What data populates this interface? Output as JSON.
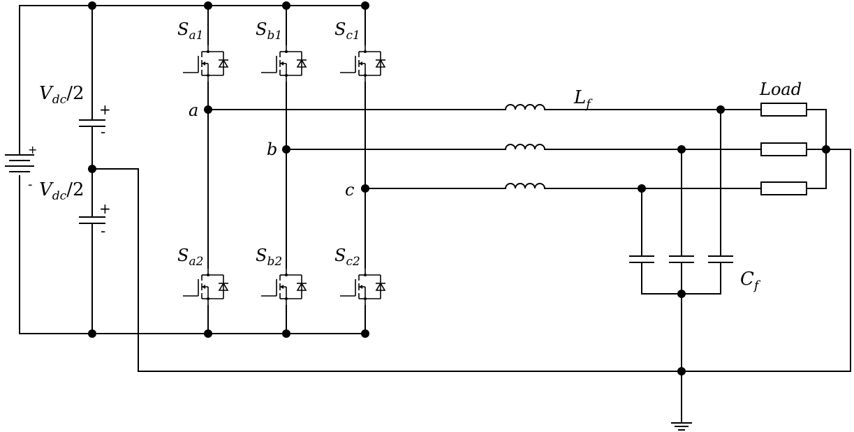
{
  "labels": {
    "vdc_top": "V",
    "vdc_top_sub": "dc",
    "vdc_top_rest": "/2",
    "vdc_bot": "V",
    "vdc_bot_sub": "dc",
    "vdc_bot_rest": "/2",
    "sa1": "S",
    "sa1_sub": "a1",
    "sb1": "S",
    "sb1_sub": "b1",
    "sc1": "S",
    "sc1_sub": "c1",
    "sa2": "S",
    "sa2_sub": "a2",
    "sb2": "S",
    "sb2_sub": "b2",
    "sc2": "S",
    "sc2_sub": "c2",
    "node_a": "a",
    "node_b": "b",
    "node_c": "c",
    "lf": "L",
    "lf_sub": "f",
    "cf": "C",
    "cf_sub": "f",
    "load": "Load",
    "plus": "+",
    "minus": "-"
  }
}
